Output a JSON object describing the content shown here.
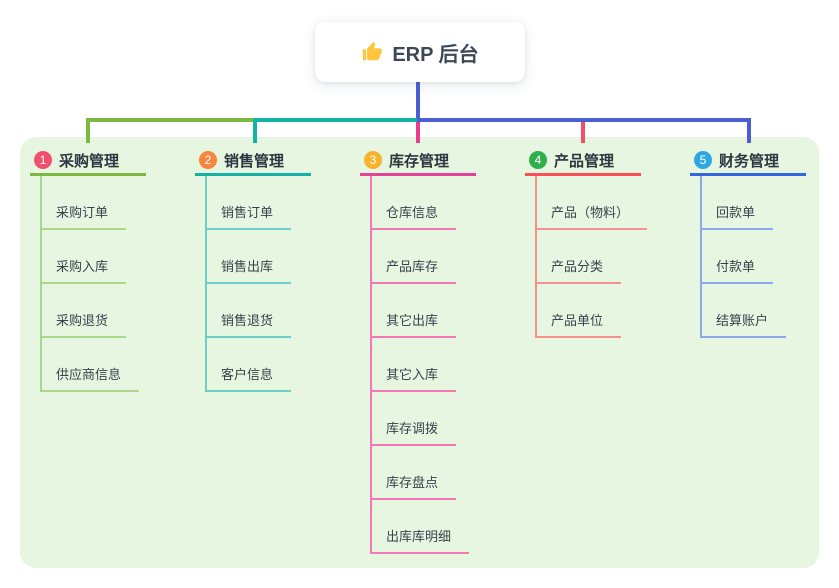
{
  "root": {
    "label": "ERP 后台",
    "icon": "thumbs-up-icon"
  },
  "branches": [
    {
      "num": "1",
      "label": "采购管理",
      "colors": {
        "badge": "#F1506C",
        "line": "#7CBA3F",
        "child_line": "#A9D78C"
      },
      "children": [
        "采购订单",
        "采购入库",
        "采购退货",
        "供应商信息"
      ]
    },
    {
      "num": "2",
      "label": "销售管理",
      "colors": {
        "badge": "#F6863D",
        "line": "#13B2A7",
        "child_line": "#6CCFC6"
      },
      "children": [
        "销售订单",
        "销售出库",
        "销售退货",
        "客户信息"
      ]
    },
    {
      "num": "3",
      "label": "库存管理",
      "colors": {
        "badge": "#F7B32B",
        "line": "#E5439A",
        "child_line": "#F279B6"
      },
      "children": [
        "仓库信息",
        "产品库存",
        "其它出库",
        "其它入库",
        "库存调拨",
        "库存盘点",
        "出库库明细"
      ]
    },
    {
      "num": "4",
      "label": "产品管理",
      "colors": {
        "badge": "#2EAF4C",
        "line": "#F94F55",
        "child_line": "#F98E8E"
      },
      "children": [
        "产品（物料）",
        "产品分类",
        "产品单位"
      ]
    },
    {
      "num": "5",
      "label": "财务管理",
      "colors": {
        "badge": "#2FA8E1",
        "line": "#3366E0",
        "child_line": "#8EA6EA"
      },
      "children": [
        "回款单",
        "付款单",
        "结算账户"
      ]
    }
  ],
  "connectors": {
    "root_line": "#4B5FD3",
    "green": "#7CBA3F",
    "teal": "#13B2A7",
    "indigo": "#4B5FD3",
    "pink_drop": "#EC3C90",
    "red_drop": "#F34F68"
  },
  "canvas": {
    "panel_bg": "#E7F6E0",
    "background": "#FFFFFF"
  }
}
